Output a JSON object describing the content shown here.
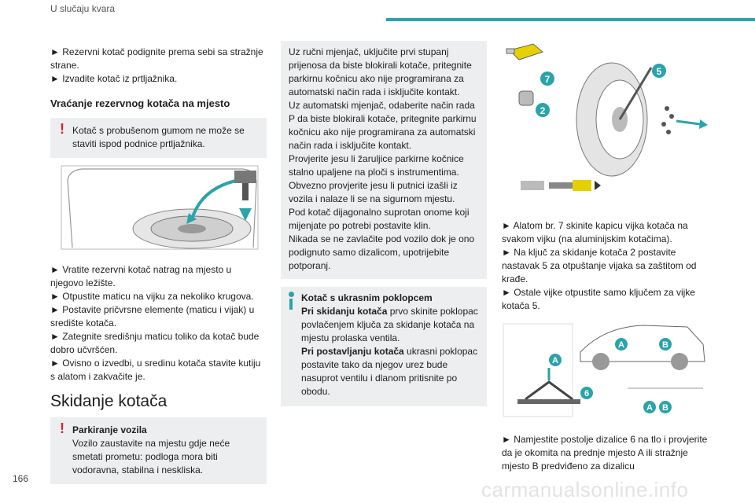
{
  "header": {
    "title": "U slučaju kvara",
    "accent": "#2aa3a9"
  },
  "page_number": "166",
  "watermark": "carmanualsonline.info",
  "colors": {
    "warning": "#d8212e",
    "info": "#2aa3a9",
    "box": "#eceeef"
  },
  "col1": {
    "intro": [
      "► Rezervni kotač podignite prema sebi sa stražnje strane.",
      "► Izvadite kotač iz prtljažnika."
    ],
    "heading1": "Vraćanje rezervnog kotača na mjesto",
    "warning1": "Kotač s probušenom gumom ne može se staviti ispod podnice prtljažnika.",
    "steps": [
      "► Vratite rezervni kotač natrag na mjesto u njegovo ležište.",
      "► Otpustite maticu na vijku za nekoliko krugova.",
      "► Postavite pričvrsne elemente (maticu i vijak) u središte kotača.",
      "► Zategnite središnju maticu toliko da kotač bude dobro učvršćen.",
      "► Ovisno o izvedbi, u sredinu kotača stavite kutiju s alatom i zakvačite je."
    ],
    "heading2": "Skidanje kotača",
    "warning2_title": "Parkiranje vozila",
    "warning2_text": "Vozilo zaustavite na mjestu gdje neće smetati prometu: podloga mora biti vodoravna, stabilna i neskliska."
  },
  "col2": {
    "lines": [
      "Uz ručni mjenjač, uključite prvi stupanj prijenosa da biste blokirali kotače, pritegnite parkirnu kočnicu ako nije programirana za automatski način rada i isključite kontakt.",
      "Uz automatski mjenjač, odaberite način rada P da biste blokirali kotače, pritegnite parkirnu kočnicu ako nije programirana za automatski način rada i isključite kontakt.",
      "Provjerite jesu li žaruljice parkirne kočnice stalno upaljene na ploči s instrumentima.",
      "Obvezno provjerite jesu li putnici izašli iz vozila i nalaze li se na sigurnom mjestu.",
      "Pod kotač dijagonalno suprotan onome koji mijenjate po potrebi postavite klin.",
      "Nikada se ne zavlačite pod vozilo dok je ono podignuto samo dizalicom, upotrijebite potporanj."
    ],
    "info_title": "Kotač s ukrasnim poklopcem",
    "info_l1_bold": "Pri skidanju kotača",
    "info_l1": " prvo skinite poklopac povlačenjem ključa za skidanje kotača na mjestu prolaska ventila.",
    "info_l2_bold": "Pri postavljanju kotača",
    "info_l2": " ukrasni poklopac postavite tako da njegov urez bude nasuprot ventilu i dlanom pritisnite po obodu."
  },
  "col3": {
    "callouts": {
      "n7": "7",
      "n5": "5",
      "n2": "2",
      "n6": "6",
      "a": "A",
      "b": "B"
    },
    "steps1": [
      "► Alatom br. 7 skinite kapicu vijka kotača na svakom vijku (na aluminijskim kotačima).",
      "► Na ključ za skidanje kotača 2 postavite nastavak 5 za otpuštanje vijaka sa zaštitom od krađe.",
      "► Ostale vijke otpustite samo ključem za vijke kotača 5."
    ],
    "steps2": "► Namjestite postolje dizalice 6 na tlo i provjerite da je okomita na prednje mjesto A ili stražnje mjesto B predviđeno za dizalicu"
  }
}
